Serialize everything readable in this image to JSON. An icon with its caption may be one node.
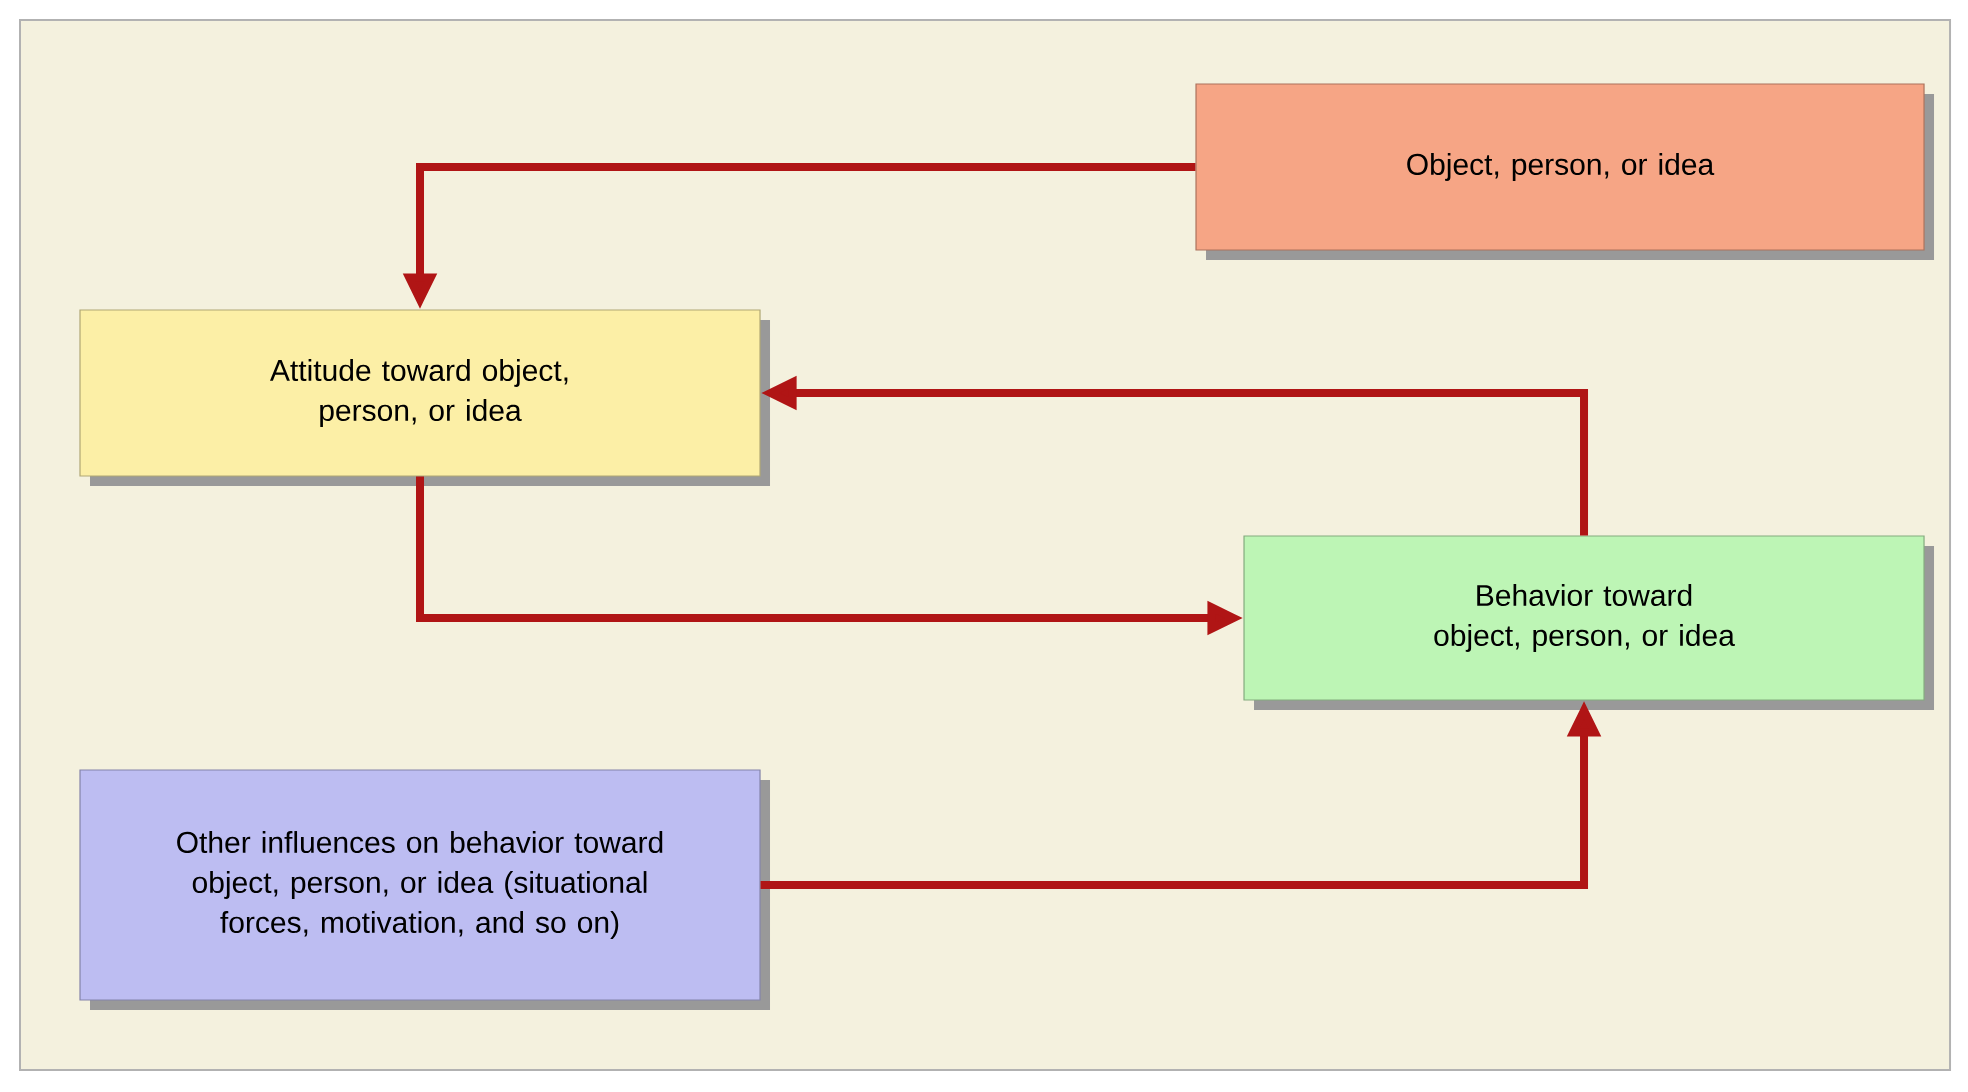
{
  "diagram": {
    "nodes": [
      {
        "text": [
          "Object, person, or idea"
        ]
      },
      {
        "text": [
          "Attitude toward object, person, or idea"
        ]
      },
      {
        "text": [
          "Behavior toward object, person, or idea"
        ]
      },
      {
        "text": [
          "Other influences on behavior toward object, person, or idea (situational forces, motivation, and so on)"
        ]
      }
    ],
    "edges": [
      {
        "from": 0,
        "to": 1,
        "arrow": "to"
      },
      {
        "from": 1,
        "to": 2,
        "arrow": "to"
      },
      {
        "from": 2,
        "to": 1,
        "arrow": "to"
      },
      {
        "from": 3,
        "to": 2,
        "arrow": "to"
      }
    ]
  }
}
